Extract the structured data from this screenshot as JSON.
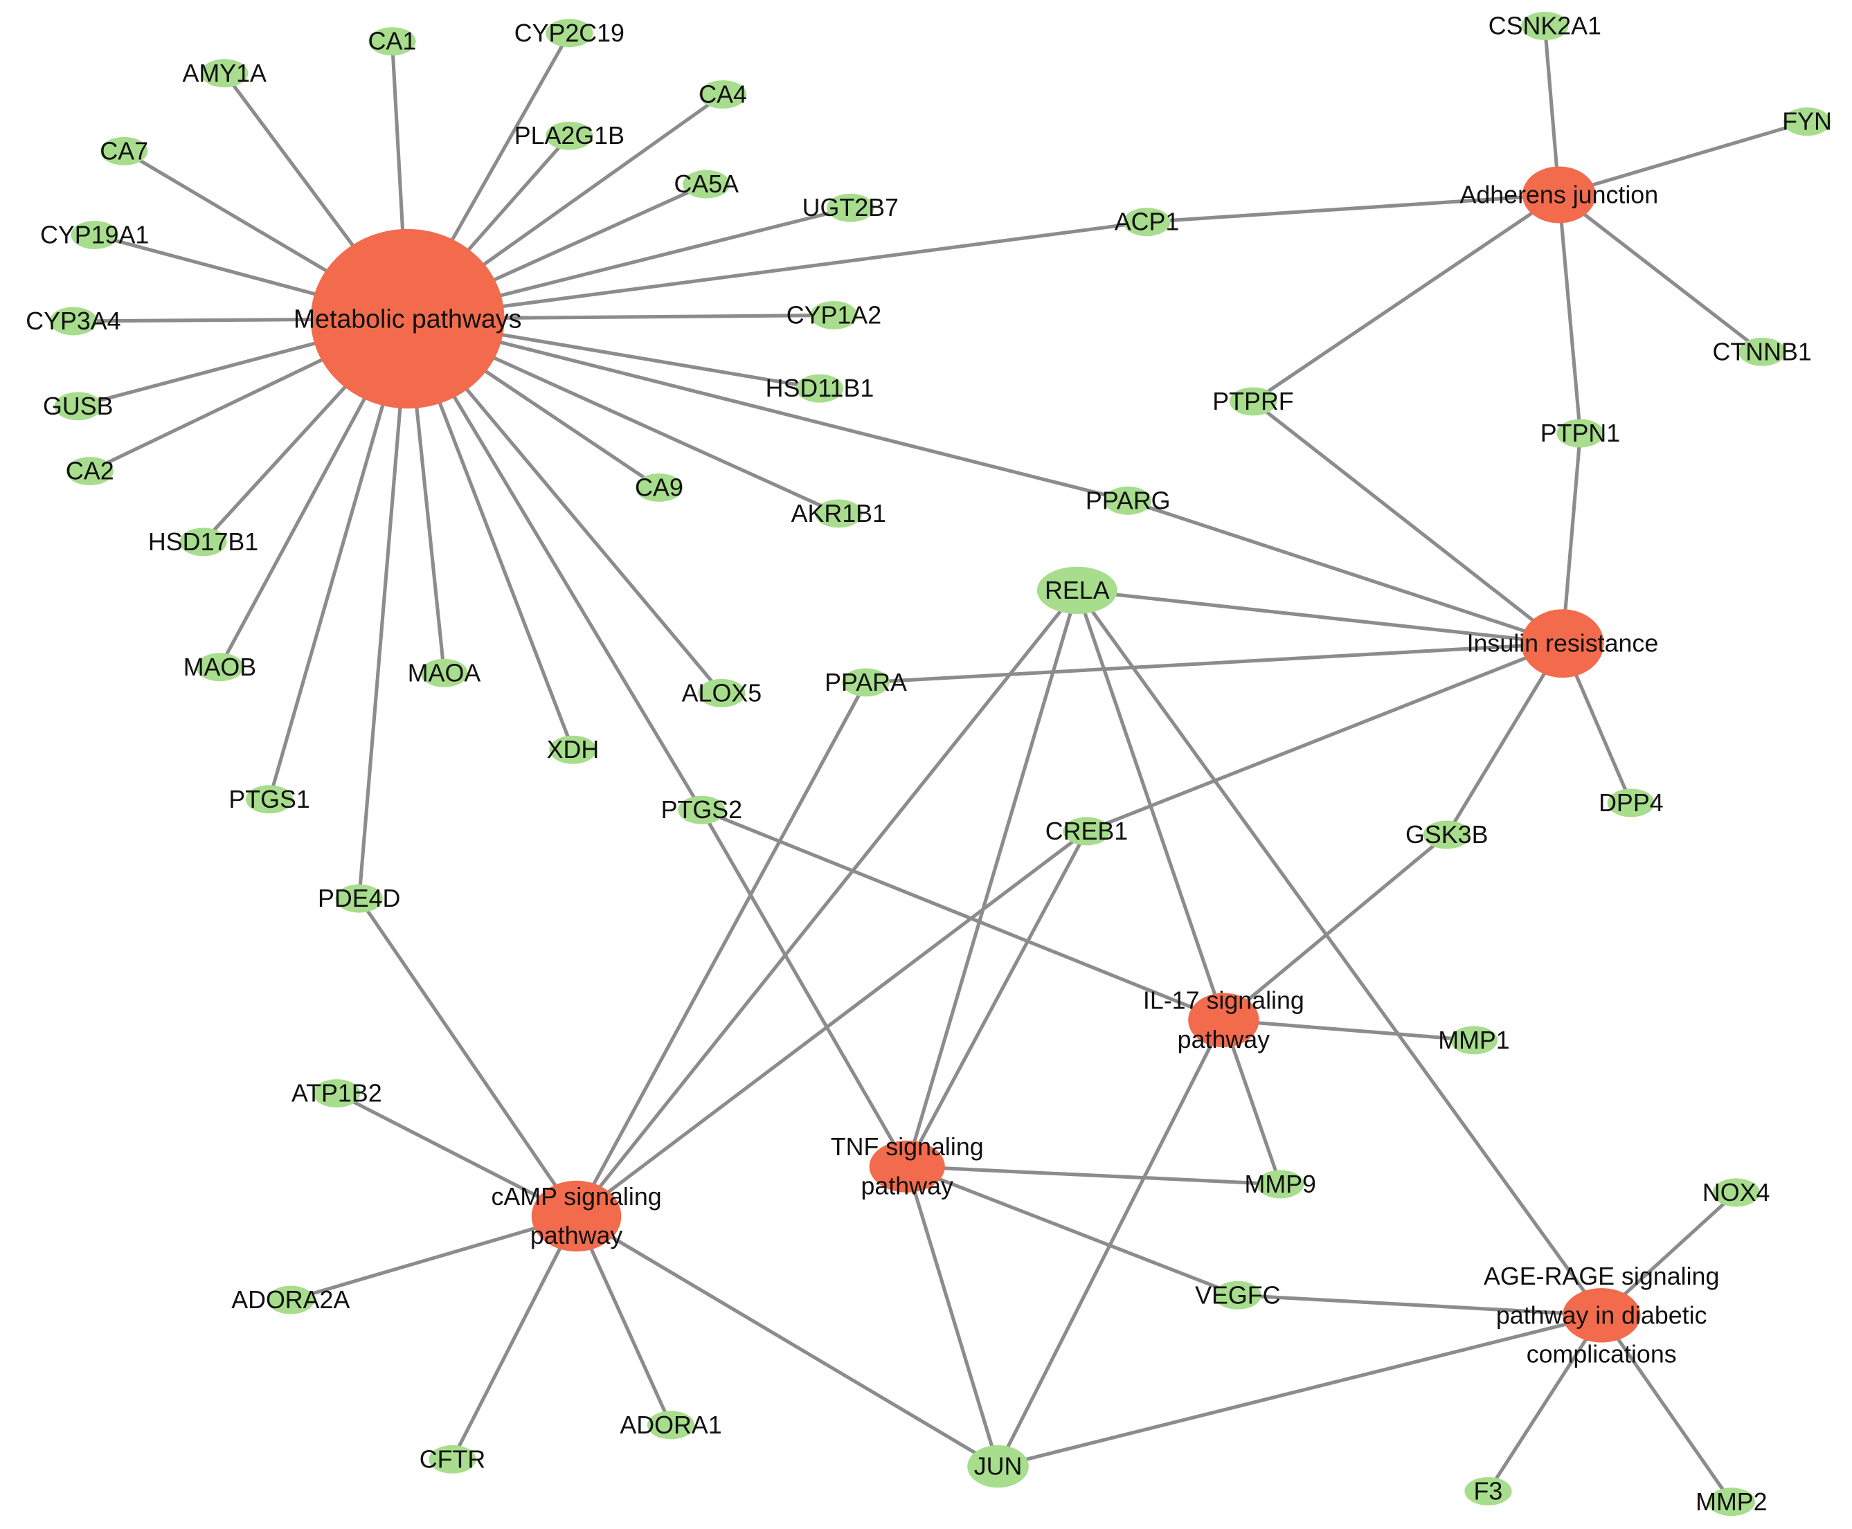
{
  "colors": {
    "pathway": "#f26b4c",
    "gene": "#a7dd8c",
    "edge": "#8c8c8c",
    "text": "#111111"
  },
  "pathways": [
    {
      "id": "metabolic",
      "label_lines": [
        "Metabolic pathways"
      ]
    },
    {
      "id": "adherens",
      "label_lines": [
        "Adherens junction"
      ]
    },
    {
      "id": "insulin",
      "label_lines": [
        "Insulin resistance"
      ]
    },
    {
      "id": "il17",
      "label_lines": [
        "IL-17 signaling",
        "pathway"
      ]
    },
    {
      "id": "tnf",
      "label_lines": [
        "TNF signaling",
        "pathway"
      ]
    },
    {
      "id": "camp",
      "label_lines": [
        "cAMP signaling",
        "pathway"
      ]
    },
    {
      "id": "agerage",
      "label_lines": [
        "AGE-RAGE signaling",
        "pathway in diabetic",
        "complications"
      ]
    }
  ],
  "genes": [
    {
      "id": "CA1",
      "label": "CA1"
    },
    {
      "id": "CYP2C19",
      "label": "CYP2C19"
    },
    {
      "id": "AMY1A",
      "label": "AMY1A"
    },
    {
      "id": "CA4",
      "label": "CA4"
    },
    {
      "id": "PLA2G1B",
      "label": "PLA2G1B"
    },
    {
      "id": "CA7",
      "label": "CA7"
    },
    {
      "id": "CA5A",
      "label": "CA5A"
    },
    {
      "id": "UGT2B7",
      "label": "UGT2B7"
    },
    {
      "id": "CYP19A1",
      "label": "CYP19A1"
    },
    {
      "id": "CYP3A4",
      "label": "CYP3A4"
    },
    {
      "id": "CYP1A2",
      "label": "CYP1A2"
    },
    {
      "id": "GUSB",
      "label": "GUSB"
    },
    {
      "id": "HSD11B1",
      "label": "HSD11B1"
    },
    {
      "id": "CA2",
      "label": "CA2"
    },
    {
      "id": "CA9",
      "label": "CA9"
    },
    {
      "id": "AKR1B1",
      "label": "AKR1B1"
    },
    {
      "id": "HSD17B1",
      "label": "HSD17B1"
    },
    {
      "id": "MAOB",
      "label": "MAOB"
    },
    {
      "id": "MAOA",
      "label": "MAOA"
    },
    {
      "id": "ALOX5",
      "label": "ALOX5"
    },
    {
      "id": "XDH",
      "label": "XDH"
    },
    {
      "id": "PTGS1",
      "label": "PTGS1"
    },
    {
      "id": "PTGS2",
      "label": "PTGS2"
    },
    {
      "id": "PDE4D",
      "label": "PDE4D"
    },
    {
      "id": "ACP1",
      "label": "ACP1"
    },
    {
      "id": "CSNK2A1",
      "label": "CSNK2A1"
    },
    {
      "id": "FYN",
      "label": "FYN"
    },
    {
      "id": "CTNNB1",
      "label": "CTNNB1"
    },
    {
      "id": "PTPRF",
      "label": "PTPRF"
    },
    {
      "id": "PTPN1",
      "label": "PTPN1"
    },
    {
      "id": "PPARG",
      "label": "PPARG"
    },
    {
      "id": "RELA",
      "label": "RELA"
    },
    {
      "id": "PPARA",
      "label": "PPARA"
    },
    {
      "id": "CREB1",
      "label": "CREB1"
    },
    {
      "id": "GSK3B",
      "label": "GSK3B"
    },
    {
      "id": "DPP4",
      "label": "DPP4"
    },
    {
      "id": "MMP1",
      "label": "MMP1"
    },
    {
      "id": "MMP9",
      "label": "MMP9"
    },
    {
      "id": "ATP1B2",
      "label": "ATP1B2"
    },
    {
      "id": "ADORA2A",
      "label": "ADORA2A"
    },
    {
      "id": "ADORA1",
      "label": "ADORA1"
    },
    {
      "id": "CFTR",
      "label": "CFTR"
    },
    {
      "id": "JUN",
      "label": "JUN"
    },
    {
      "id": "VEGFC",
      "label": "VEGFC"
    },
    {
      "id": "NOX4",
      "label": "NOX4"
    },
    {
      "id": "F3",
      "label": "F3"
    },
    {
      "id": "MMP2",
      "label": "MMP2"
    }
  ],
  "edges": [
    [
      "metabolic",
      "CA1"
    ],
    [
      "metabolic",
      "CYP2C19"
    ],
    [
      "metabolic",
      "AMY1A"
    ],
    [
      "metabolic",
      "CA4"
    ],
    [
      "metabolic",
      "PLA2G1B"
    ],
    [
      "metabolic",
      "CA7"
    ],
    [
      "metabolic",
      "CA5A"
    ],
    [
      "metabolic",
      "UGT2B7"
    ],
    [
      "metabolic",
      "CYP19A1"
    ],
    [
      "metabolic",
      "CYP3A4"
    ],
    [
      "metabolic",
      "CYP1A2"
    ],
    [
      "metabolic",
      "GUSB"
    ],
    [
      "metabolic",
      "HSD11B1"
    ],
    [
      "metabolic",
      "CA2"
    ],
    [
      "metabolic",
      "CA9"
    ],
    [
      "metabolic",
      "AKR1B1"
    ],
    [
      "metabolic",
      "HSD17B1"
    ],
    [
      "metabolic",
      "MAOB"
    ],
    [
      "metabolic",
      "MAOA"
    ],
    [
      "metabolic",
      "ALOX5"
    ],
    [
      "metabolic",
      "XDH"
    ],
    [
      "metabolic",
      "PTGS1"
    ],
    [
      "metabolic",
      "PTGS2"
    ],
    [
      "metabolic",
      "PDE4D"
    ],
    [
      "metabolic",
      "ACP1"
    ],
    [
      "metabolic",
      "PPARG"
    ],
    [
      "adherens",
      "ACP1"
    ],
    [
      "adherens",
      "CSNK2A1"
    ],
    [
      "adherens",
      "FYN"
    ],
    [
      "adherens",
      "CTNNB1"
    ],
    [
      "adherens",
      "PTPRF"
    ],
    [
      "adherens",
      "PTPN1"
    ],
    [
      "insulin",
      "PTPRF"
    ],
    [
      "insulin",
      "PTPN1"
    ],
    [
      "insulin",
      "PPARG"
    ],
    [
      "insulin",
      "RELA"
    ],
    [
      "insulin",
      "PPARA"
    ],
    [
      "insulin",
      "CREB1"
    ],
    [
      "insulin",
      "GSK3B"
    ],
    [
      "insulin",
      "DPP4"
    ],
    [
      "il17",
      "RELA"
    ],
    [
      "il17",
      "PTGS2"
    ],
    [
      "il17",
      "GSK3B"
    ],
    [
      "il17",
      "MMP1"
    ],
    [
      "il17",
      "MMP9"
    ],
    [
      "il17",
      "JUN"
    ],
    [
      "tnf",
      "RELA"
    ],
    [
      "tnf",
      "CREB1"
    ],
    [
      "tnf",
      "PTGS2"
    ],
    [
      "tnf",
      "MMP9"
    ],
    [
      "tnf",
      "VEGFC"
    ],
    [
      "tnf",
      "JUN"
    ],
    [
      "camp",
      "PDE4D"
    ],
    [
      "camp",
      "PPARA"
    ],
    [
      "camp",
      "RELA"
    ],
    [
      "camp",
      "CREB1"
    ],
    [
      "camp",
      "ATP1B2"
    ],
    [
      "camp",
      "ADORA2A"
    ],
    [
      "camp",
      "ADORA1"
    ],
    [
      "camp",
      "CFTR"
    ],
    [
      "camp",
      "JUN"
    ],
    [
      "agerage",
      "RELA"
    ],
    [
      "agerage",
      "VEGFC"
    ],
    [
      "agerage",
      "JUN"
    ],
    [
      "agerage",
      "NOX4"
    ],
    [
      "agerage",
      "F3"
    ],
    [
      "agerage",
      "MMP2"
    ]
  ]
}
